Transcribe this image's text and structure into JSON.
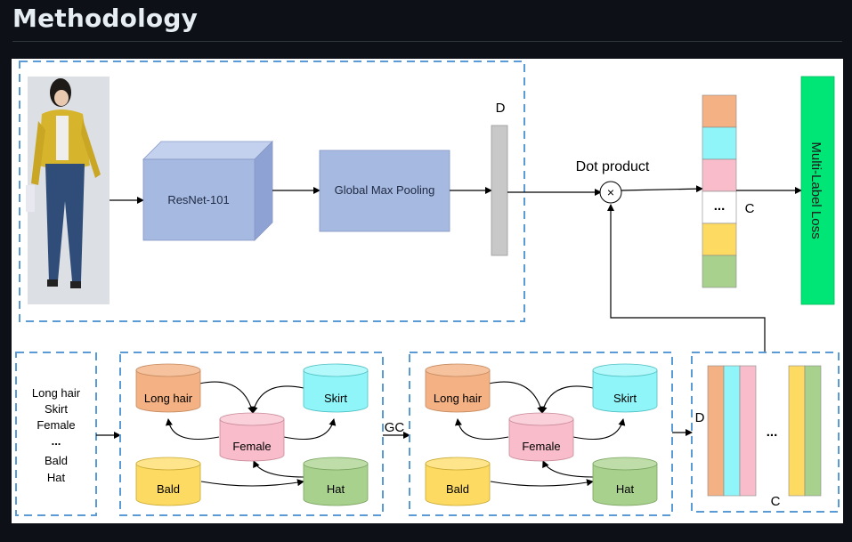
{
  "page": {
    "title": "Methodology"
  },
  "diagram": {
    "backbone": "ResNet-101",
    "pooling": "Global Max Pooling",
    "dim_label_d": "D",
    "dim_label_c": "C",
    "dot_product": "Dot product",
    "dot_symbol": "×",
    "score_dots": "...",
    "loss": "Multi-Label Loss",
    "labels_list": [
      "Long hair",
      "Skirt",
      "Female",
      "...",
      "Bald",
      "Hat"
    ],
    "graph_nodes": {
      "long_hair": "Long hair",
      "skirt": "Skirt",
      "female": "Female",
      "bald": "Bald",
      "hat": "Hat"
    },
    "gc_label": "GC",
    "matrix_dots": "...",
    "colors": {
      "long_hair": "#f4b183",
      "skirt": "#8ff5f8",
      "female": "#f8bccb",
      "bald": "#fddb63",
      "hat": "#a9d18e",
      "backbone": "#a6b9e0",
      "loss": "#00e676",
      "feature": "#c8c8c8",
      "dashed": "#5b9bd5"
    }
  }
}
